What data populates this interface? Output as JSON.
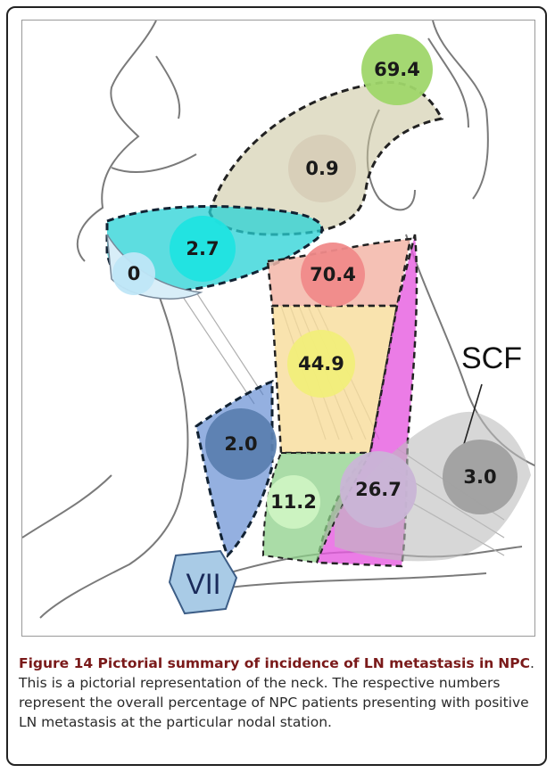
{
  "figure": {
    "nodes": [
      {
        "id": "submental",
        "label": "0",
        "color": "#bfe6f7"
      },
      {
        "id": "submandibular",
        "label": "2.7",
        "color": "#1fe3e0"
      },
      {
        "id": "parotid",
        "label": "0.9",
        "color": "#d7cdb8"
      },
      {
        "id": "retropharyngeal",
        "label": "69.4",
        "color": "#9fd66a"
      },
      {
        "id": "upper-jugular",
        "label": "70.4",
        "color": "#f08a8a"
      },
      {
        "id": "mid-jugular",
        "label": "44.9",
        "color": "#f1ee7a"
      },
      {
        "id": "anterior",
        "label": "2.0",
        "color": "#5b7fb0"
      },
      {
        "id": "lower-jugular",
        "label": "11.2",
        "color": "#cdf3c2"
      },
      {
        "id": "posterior",
        "label": "26.7",
        "color": "#c9b5d6"
      },
      {
        "id": "supraclavicular",
        "label": "3.0",
        "color": "#a0a0a0"
      }
    ],
    "scf_label": "SCF",
    "vii_label": "VII"
  },
  "caption": {
    "title_part1": "Figure 14 Pictorial summary of incidence of LN metastasis in",
    "title_part2": "NPC",
    "text": ". This is a pictorial representation of the neck. The respective numbers represent the overall percentage of NPC patients presenting with positive LN metastasis at the particular nodal station."
  }
}
